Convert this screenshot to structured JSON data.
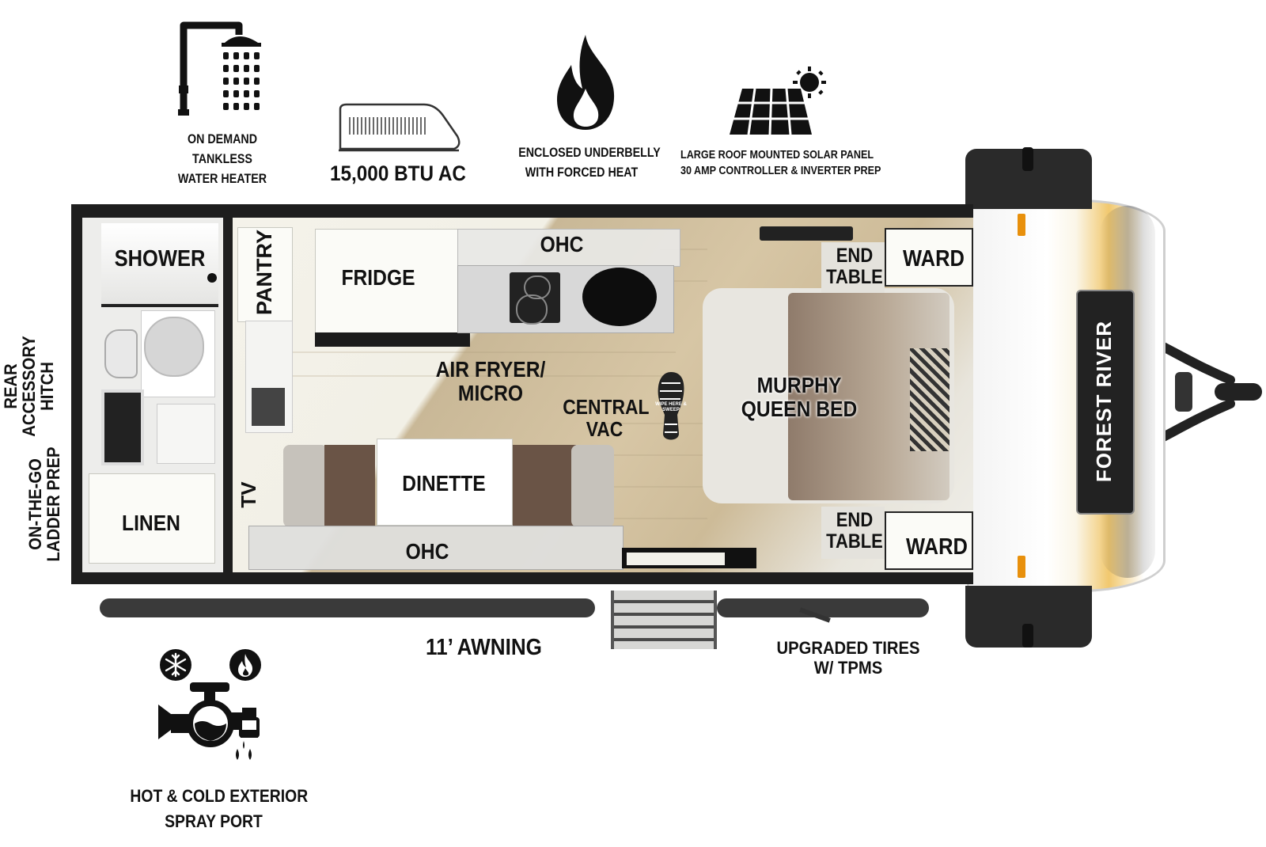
{
  "features": {
    "water_heater": [
      "ON DEMAND",
      "TANKLESS",
      "WATER HEATER"
    ],
    "ac": "15,000 BTU AC",
    "underbelly": [
      "ENCLOSED UNDERBELLY",
      "WITH FORCED HEAT"
    ],
    "solar": [
      "LARGE ROOF MOUNTED SOLAR PANEL",
      "30 AMP CONTROLLER & INVERTER PREP"
    ],
    "spray_port": [
      "HOT & COLD EXTERIOR",
      "SPRAY PORT"
    ],
    "awning": "11’ AWNING",
    "tires": [
      "UPGRADED TIRES",
      "W/ TPMS"
    ],
    "rear_hitch": [
      "REAR",
      "ACCESSORY",
      "HITCH"
    ],
    "ladder": [
      "ON-THE-GO",
      "LADDER PREP"
    ]
  },
  "rooms": {
    "shower": "SHOWER",
    "linen": "LINEN",
    "pantry": "PANTRY",
    "fridge": "FRIDGE",
    "ohc_top": "OHC",
    "air_fryer": [
      "AIR FRYER/",
      "MICRO"
    ],
    "central_vac": [
      "CENTRAL",
      "VAC"
    ],
    "tv": "TV",
    "dinette": "DINETTE",
    "ohc_bottom": "OHC",
    "bed": [
      "MURPHY",
      "QUEEN BED"
    ],
    "end_table_top": [
      "END",
      "TABLE"
    ],
    "end_table_bottom": [
      "END",
      "TABLE"
    ],
    "ward_top": "WARD",
    "ward_bottom": "WARD",
    "doormat": "WIPE HERE & SWEEP"
  },
  "brand": "FOREST RIVER",
  "icons": {
    "water_heater": "shower-icon",
    "ac": "air-conditioner-icon",
    "underbelly": "flame-icon",
    "solar": "solar-panel-icon",
    "spray_port": "faucet-icon",
    "snowflake": "snowflake-icon",
    "small_flame": "flame-icon"
  }
}
